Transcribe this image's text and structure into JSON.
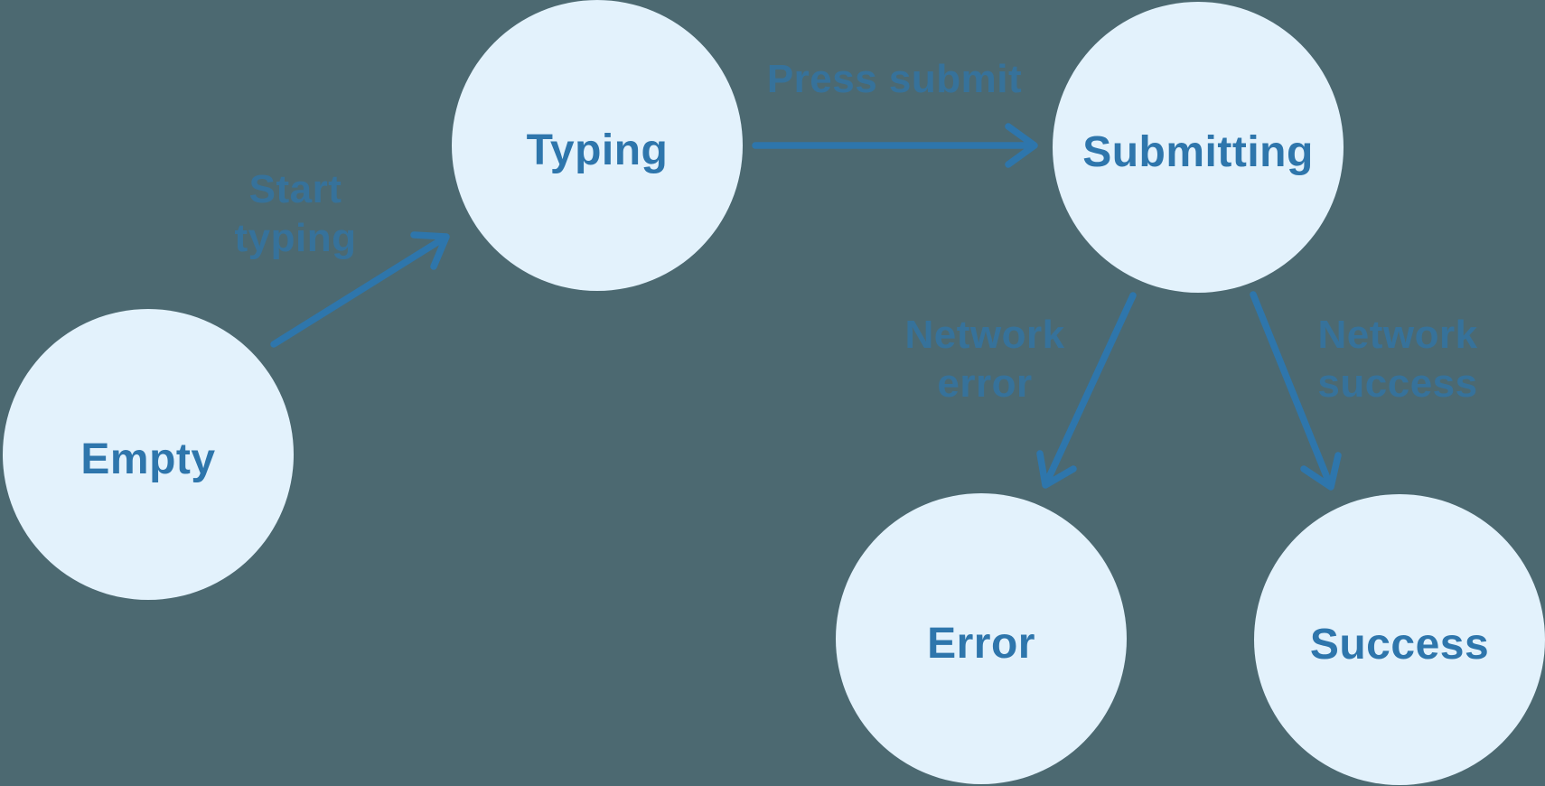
{
  "colors": {
    "bg": "#4C6971",
    "node-fill": "#E3F2FC",
    "node-text": "#2E76AC",
    "edge-text": "#2E76AC",
    "arrow": "#2E76AC"
  },
  "nodes": [
    {
      "id": "empty",
      "label": "Empty"
    },
    {
      "id": "typing",
      "label": "Typing"
    },
    {
      "id": "submitting",
      "label": "Submitting"
    },
    {
      "id": "error",
      "label": "Error"
    },
    {
      "id": "success",
      "label": "Success"
    }
  ],
  "edges": [
    {
      "from": "empty",
      "to": "typing",
      "label_line1": "Start",
      "label_line2": "typing"
    },
    {
      "from": "typing",
      "to": "submitting",
      "label_line1": "Press submit",
      "label_line2": ""
    },
    {
      "from": "submitting",
      "to": "error",
      "label_line1": "Network",
      "label_line2": "error"
    },
    {
      "from": "submitting",
      "to": "success",
      "label_line1": "Network",
      "label_line2": "success"
    }
  ]
}
